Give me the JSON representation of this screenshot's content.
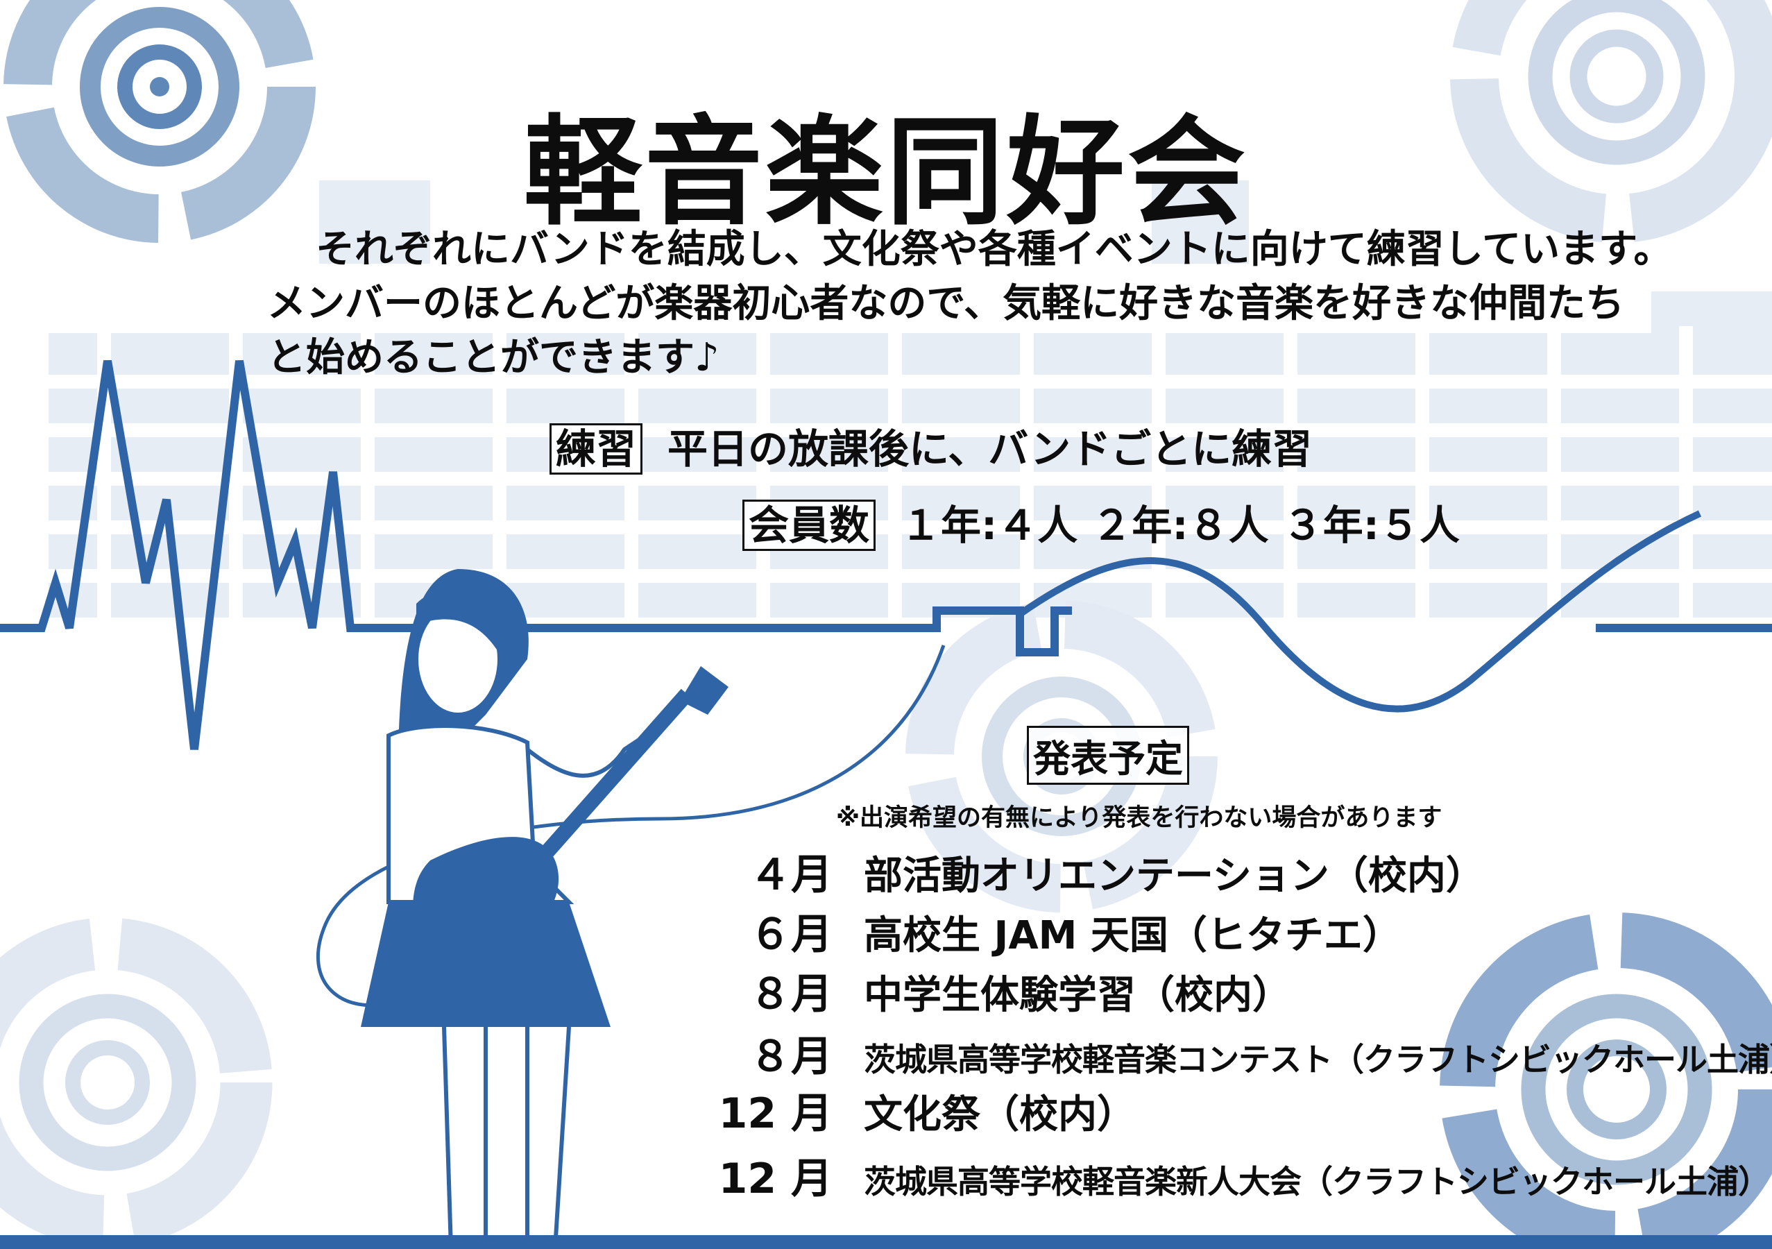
{
  "title": "軽音楽同好会",
  "intro": [
    "それぞれにバンドを結成し、文化祭や各種イベントに向けて練習しています。",
    "メンバーのほとんどが楽器初心者なので、気軽に好きな音楽を好きな仲間たち",
    "と始めることができます♪"
  ],
  "practice": {
    "label": "練習",
    "value": "平日の放課後に、バンドごとに練習"
  },
  "members": {
    "label": "会員数",
    "value": "１年:４人 ２年:８人 ３年:５人"
  },
  "schedule": {
    "title": "発表予定",
    "note": "※出演希望の有無により発表を行わない場合があります",
    "events": [
      {
        "month": "４月",
        "name": "部活動オリエンテーション（校内）"
      },
      {
        "month": "６月",
        "name": "高校生 JAM 天国（ヒタチエ）"
      },
      {
        "month": "８月",
        "name": "中学生体験学習（校内）"
      },
      {
        "month": "８月",
        "name": "茨城県高等学校軽音楽コンテスト（クラフトシビックホール土浦）"
      },
      {
        "month": "12 月",
        "name": "文化祭（校内）"
      },
      {
        "month": "12 月",
        "name": "茨城県高等学校軽音楽新人大会（クラフトシビックホール土浦）"
      }
    ]
  },
  "colors": {
    "accent": "#2f65a7",
    "accent_light": "#c9d7e8",
    "panel": "#e7edf5"
  }
}
